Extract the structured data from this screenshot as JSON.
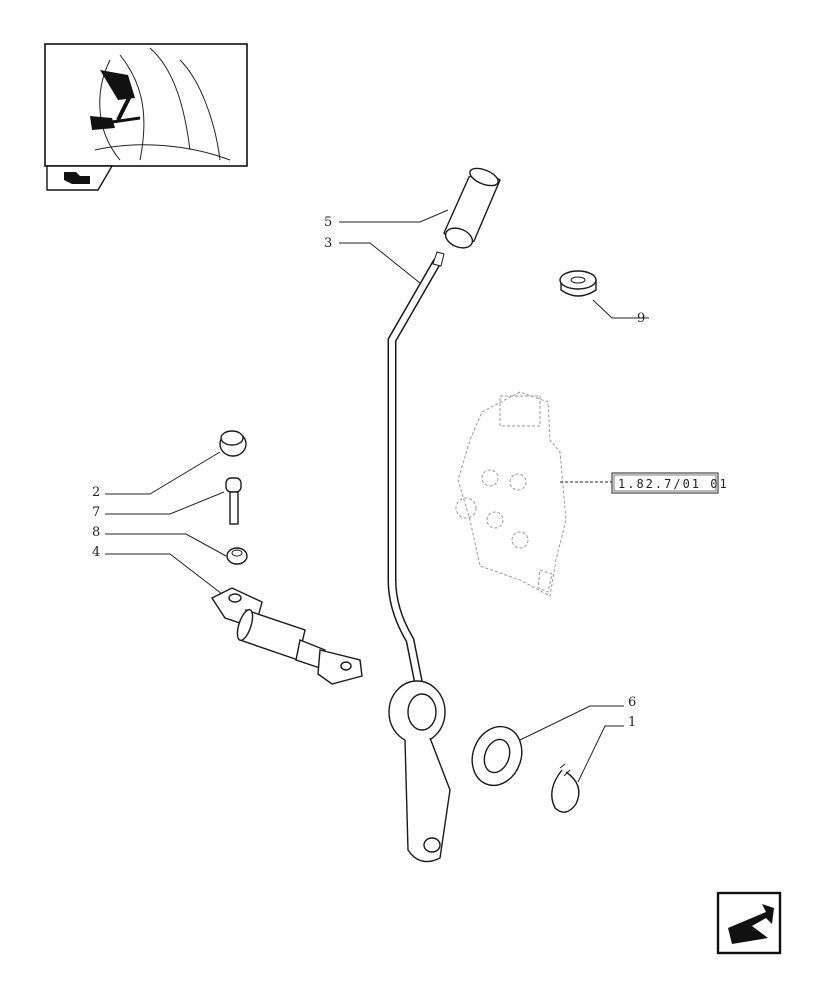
{
  "callouts": {
    "c1": "1",
    "c2": "2",
    "c3": "3",
    "c4": "4",
    "c5": "5",
    "c6": "6",
    "c7": "7",
    "c8": "8",
    "c9": "9"
  },
  "reference_box": {
    "text": "1.82.7/01 01"
  },
  "icons": {
    "thumbnail": "tractor-lever-location-icon",
    "nav_back": "previous-page-arrow-icon",
    "nav_next": "next-page-arrow-icon"
  }
}
